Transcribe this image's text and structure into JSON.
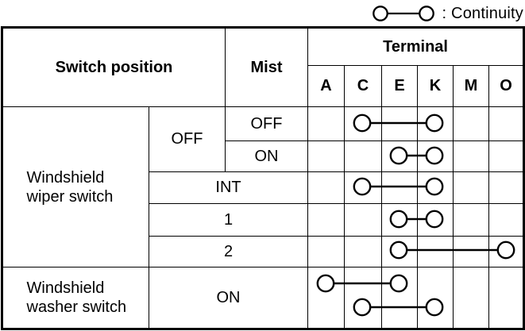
{
  "legend": {
    "label": ": Continuity",
    "symbol": "continuity-symbol"
  },
  "table": {
    "headers": {
      "switch_position": "Switch position",
      "mist": "Mist",
      "terminal": "Terminal"
    },
    "terminals": [
      "A",
      "C",
      "E",
      "K",
      "M",
      "O"
    ],
    "sections": [
      {
        "label": "Windshield wiper switch",
        "rows": [
          {
            "position": "OFF",
            "mist": "OFF",
            "connections": [
              [
                "C",
                "K"
              ]
            ]
          },
          {
            "position": "OFF",
            "mist": "ON",
            "connections": [
              [
                "E",
                "K"
              ]
            ]
          },
          {
            "position": "INT",
            "connections": [
              [
                "C",
                "K"
              ]
            ]
          },
          {
            "position": "1",
            "connections": [
              [
                "E",
                "K"
              ]
            ]
          },
          {
            "position": "2",
            "connections": [
              [
                "E",
                "O"
              ]
            ]
          }
        ]
      },
      {
        "label": "Windshield washer switch",
        "rows": [
          {
            "position": "ON",
            "connections": [
              [
                "A",
                "E"
              ],
              [
                "C",
                "K"
              ]
            ]
          }
        ]
      }
    ]
  },
  "colors": {
    "foreground": "#000000",
    "background": "#ffffff"
  }
}
